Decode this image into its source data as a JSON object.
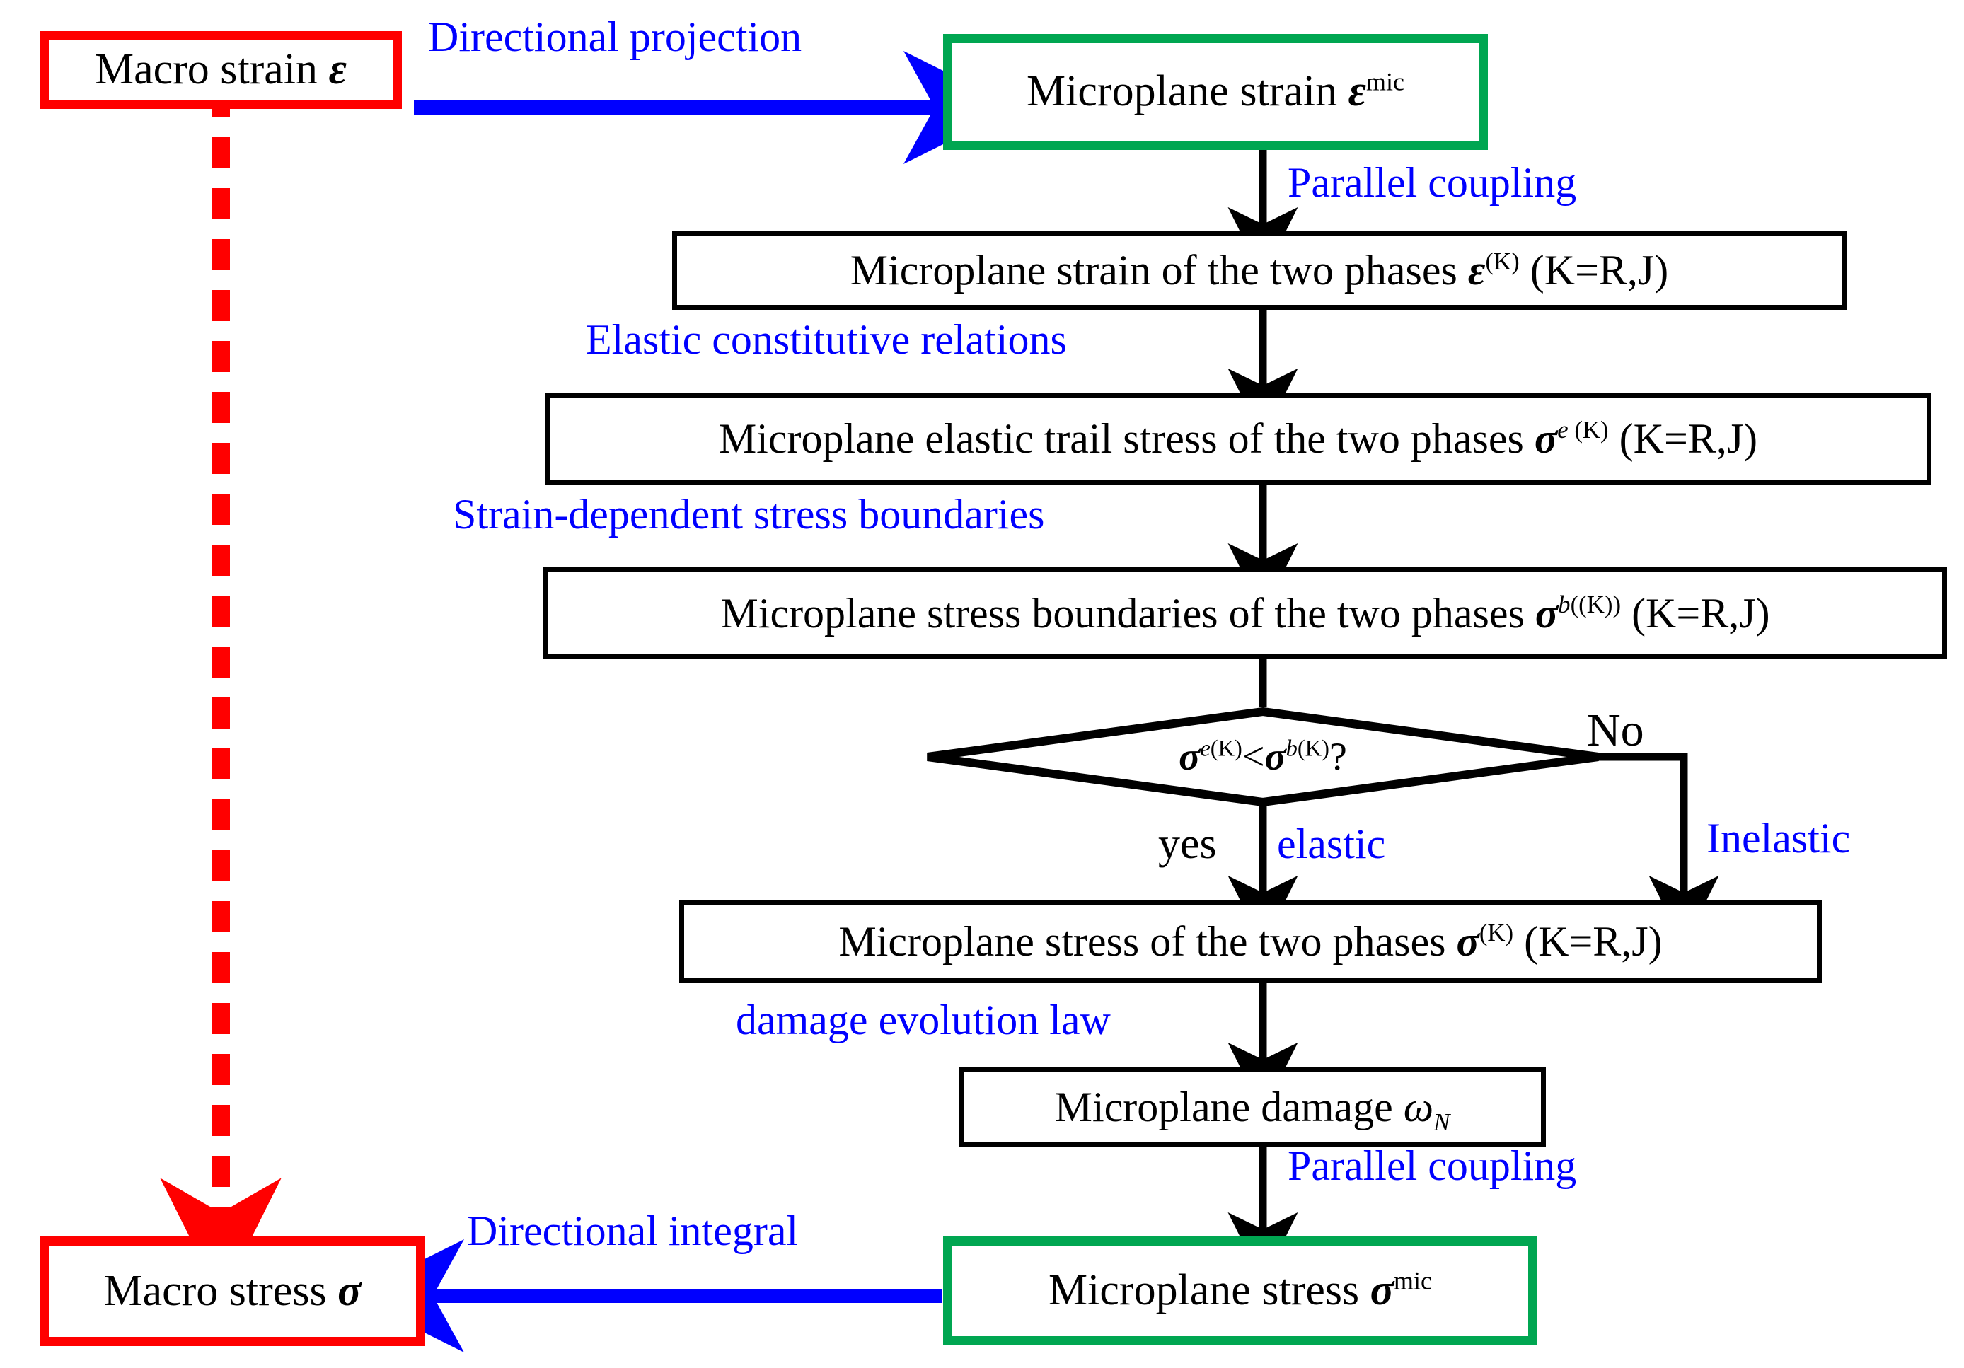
{
  "diagram": {
    "title": "Microplane model flowchart",
    "colors": {
      "macro_border": "#ff0000",
      "micro_border": "#00a651",
      "process_border": "#000000",
      "label_accent": "#0000ff",
      "text": "#000000",
      "background": "#ffffff"
    }
  },
  "nodes": {
    "macro_strain": {
      "label": "Macro strain ε",
      "text_main": "Macro strain ",
      "symbol": "ε",
      "border_color": "#ff0000",
      "kind": "terminal"
    },
    "microplane_strain": {
      "label": "Microplane strain εmic",
      "text_main": "Microplane strain ",
      "symbol": "ε",
      "sup": "mic",
      "border_color": "#00a651",
      "kind": "terminal"
    },
    "microplane_strain_two_phases": {
      "label": "Microplane strain of the two phases ε(K) (K=R,J)",
      "text_main": "Microplane strain of the two phases ",
      "symbol": "ε",
      "sup": "(K)",
      "tail": " (K=R,J)",
      "border_color": "#000000",
      "kind": "process"
    },
    "microplane_elastic_trail_stress": {
      "label": "Microplane elastic trail stress of the two phases σe (K) (K=R,J)",
      "text_main": "Microplane elastic trail stress of the two phases ",
      "symbol": "σ",
      "sup_italic": "e",
      "sup": " (K)",
      "tail": " (K=R,J)",
      "border_color": "#000000",
      "kind": "process"
    },
    "microplane_stress_boundaries": {
      "label": "Microplane stress boundaries of the two phases σb((K)) (K=R,J)",
      "text_main": "Microplane stress boundaries of the two phases ",
      "symbol": "σ",
      "sup_italic": "b",
      "sup": "((K))",
      "tail": " (K=R,J)",
      "border_color": "#000000",
      "kind": "process"
    },
    "decision": {
      "label": "σe(K)<σb(K)?",
      "lhs_symbol": "σ",
      "lhs_sup_italic": "e",
      "lhs_sup": "(K)",
      "operator": "<",
      "rhs_symbol": "σ",
      "rhs_sup_italic": "b",
      "rhs_sup": "(K)",
      "tail": "?",
      "kind": "decision"
    },
    "microplane_stress_two_phases": {
      "label": "Microplane stress of the two phases σ(K) (K=R,J)",
      "text_main": "Microplane stress of the two phases ",
      "symbol": "σ",
      "sup": "(K)",
      "tail": " (K=R,J)",
      "border_color": "#000000",
      "kind": "process"
    },
    "microplane_damage": {
      "label": "Microplane damage ωN",
      "text_main": "Microplane damage ",
      "symbol": "ω",
      "sub": "N",
      "border_color": "#000000",
      "kind": "process"
    },
    "microplane_stress": {
      "label": "Microplane stress σmic",
      "text_main": "Microplane stress ",
      "symbol": "σ",
      "sup": "mic",
      "border_color": "#00a651",
      "kind": "terminal"
    },
    "macro_stress": {
      "label": "Macro stress σ",
      "text_main": "Macro stress ",
      "symbol": "σ",
      "border_color": "#ff0000",
      "kind": "terminal"
    }
  },
  "edge_labels": {
    "directional_projection": "Directional projection",
    "parallel_coupling_top": "Parallel coupling",
    "elastic_constitutive_relations": "Elastic constitutive relations",
    "strain_dependent_stress_boundaries": "Strain-dependent stress boundaries",
    "no": "No",
    "yes": "yes",
    "elastic": "elastic",
    "inelastic": "Inelastic",
    "damage_evolution_law": "damage evolution law",
    "parallel_coupling_bottom": "Parallel coupling",
    "directional_integral": "Directional integral"
  }
}
